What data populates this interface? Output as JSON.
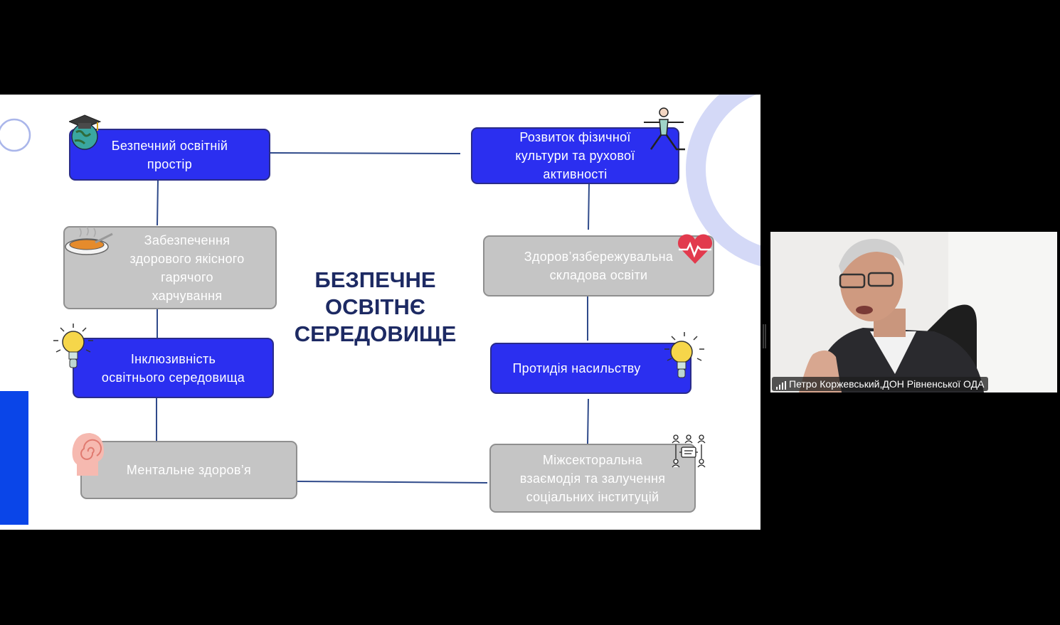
{
  "slide": {
    "center_title": "БЕЗПЕЧНЕ\nОСВІТНЄ\nСЕРЕДОВИЩЕ",
    "boxes": [
      {
        "id": "safe-space",
        "text": "Безпечний освітній\nпростір",
        "style": "blue",
        "icon": "graduation-globe-icon"
      },
      {
        "id": "physical-culture",
        "text": "Розвиток фізичної\nкультури та  рухової\nактивності",
        "style": "blue",
        "icon": "fitness-person-icon"
      },
      {
        "id": "hot-meals",
        "text": "Забезпечення\nздорового якісного\nгарячого\nхарчування",
        "style": "grey",
        "icon": "soup-bowl-icon"
      },
      {
        "id": "health-saving",
        "text": "Здоров’язбережувальна\nскладова освіти",
        "style": "grey",
        "icon": "heartbeat-icon"
      },
      {
        "id": "inclusiveness",
        "text": "Інклюзивність\nосвітнього середовища",
        "style": "blue",
        "icon": "lightbulb-icon"
      },
      {
        "id": "anti-violence",
        "text": "Протидія насильству",
        "style": "blue",
        "icon": "lightbulb-icon"
      },
      {
        "id": "mental-health",
        "text": "Ментальне здоров’я",
        "style": "grey",
        "icon": "head-spiral-icon"
      },
      {
        "id": "intersectoral",
        "text": "Міжсекторальна\nвзаємодія та залучення\nсоціальних інституцій",
        "style": "grey",
        "icon": "network-people-icon"
      }
    ]
  },
  "webcam": {
    "participant_name": "Петро Коржевський,ДОН Рівненської ОДА",
    "icon": "signal-strength-icon"
  },
  "colors": {
    "background": "#000000",
    "slide_bg": "#ffffff",
    "box_blue": "#2b2ff0",
    "box_grey": "#c5c5c5",
    "title": "#1d2a63",
    "connector": "#2f4a8a",
    "decor_circle": "#d4d9f7",
    "side_bar": "#0a45e8"
  }
}
